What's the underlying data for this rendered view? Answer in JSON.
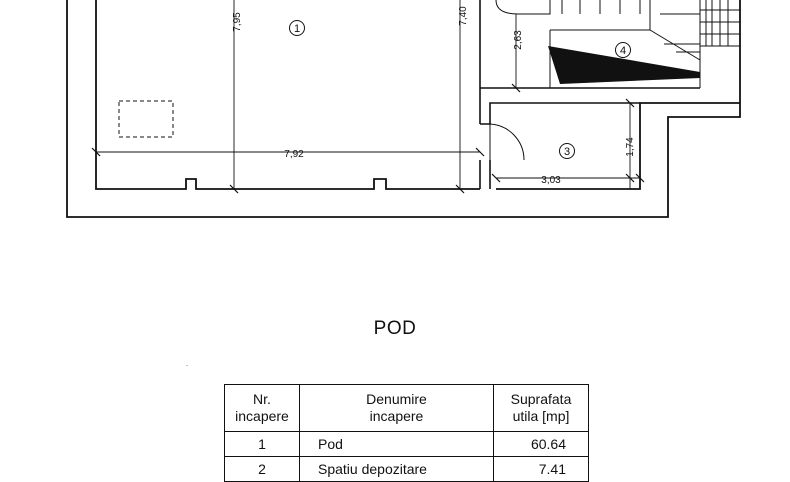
{
  "plan": {
    "dimensions": {
      "height_room1_left": "7,95",
      "height_room1_right": "7,40",
      "width_room1": "7,92",
      "height_stair": "2,63",
      "height_room3": "1,74",
      "width_room3": "3,03"
    },
    "room_numbers": [
      "1",
      "3",
      "4"
    ]
  },
  "title": "POD",
  "table": {
    "headers": [
      "Nr.\nincapere",
      "Denumire\nincapere",
      "Suprafata\nutila [mp]"
    ],
    "rows": [
      {
        "nr": "1",
        "name": "Pod",
        "area": "60.64"
      },
      {
        "nr": "2",
        "name": "Spatiu depozitare",
        "area": "7.41"
      }
    ]
  }
}
